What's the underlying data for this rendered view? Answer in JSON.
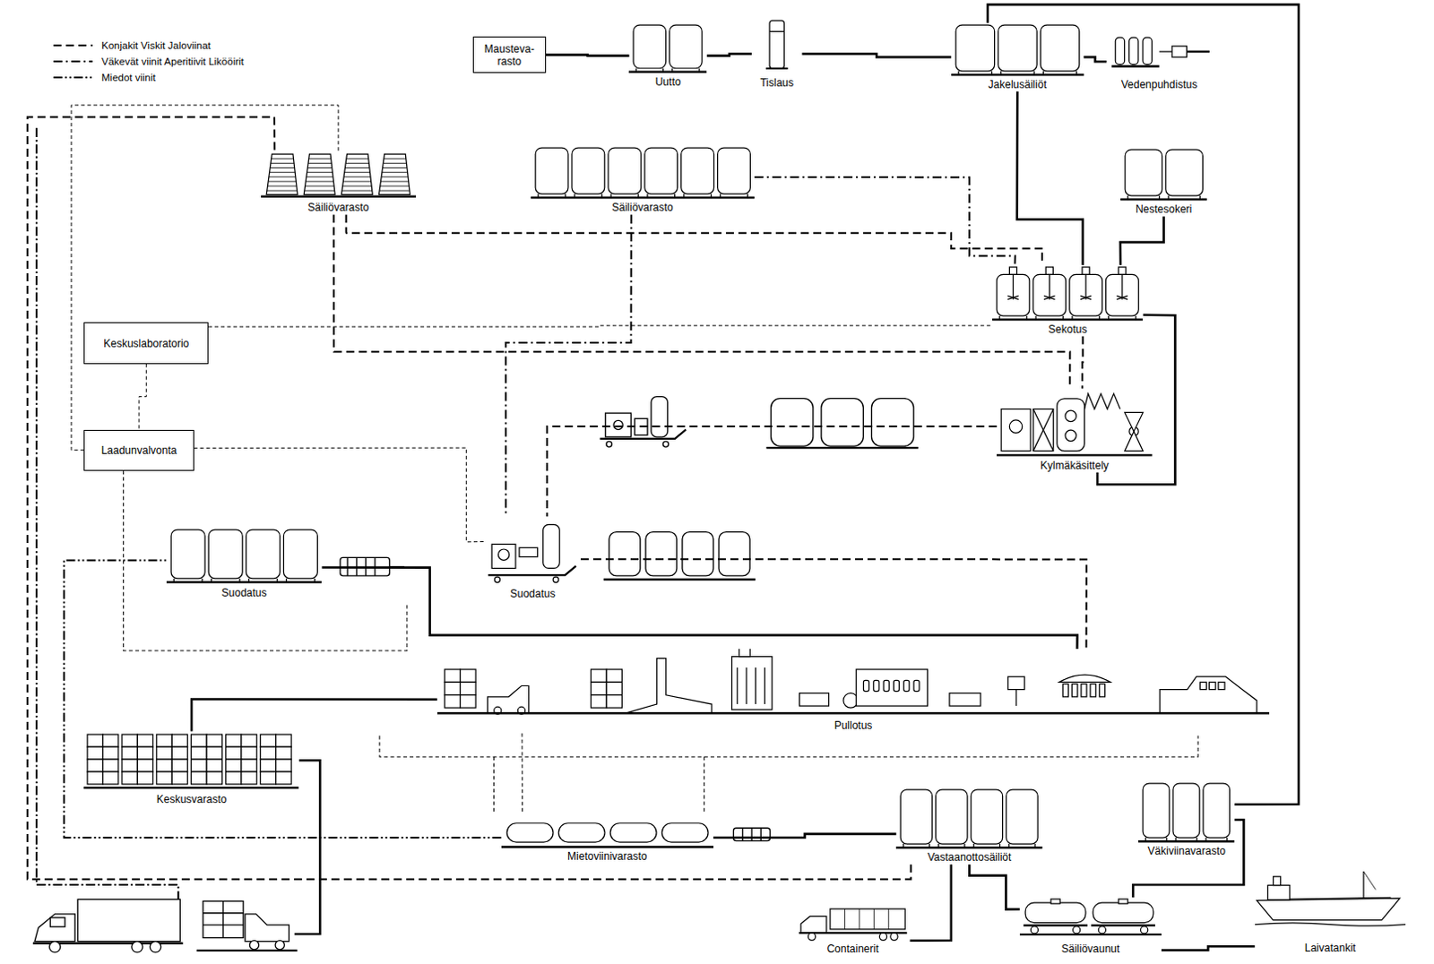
{
  "diagram": {
    "nodes": [
      {
        "text": [
          "Mausteva- rasto"
        ]
      },
      {
        "text": [
          "Uutto"
        ]
      },
      {
        "text": [
          "Tislaus"
        ]
      },
      {
        "text": [
          "Jakelusäiliöt"
        ]
      },
      {
        "text": [
          "Vedenpuhdistus"
        ]
      },
      {
        "text": [
          "Säiliövarasto"
        ]
      },
      {
        "text": [
          "Säiliövarasto"
        ]
      },
      {
        "text": [
          "Nestesokeri"
        ]
      },
      {
        "text": [
          "Sekotus"
        ]
      },
      {
        "text": [
          "Keskuslaboratorio"
        ]
      },
      {
        "text": [
          "Laadunvalvonta"
        ]
      },
      {
        "text": [
          "Kylmäkäsittely"
        ]
      },
      {
        "text": [
          "Suodatus"
        ]
      },
      {
        "text": [
          "Suodatus"
        ]
      },
      {
        "text": [
          "Pullotus"
        ]
      },
      {
        "text": [
          "Keskusvarasto"
        ]
      },
      {
        "text": [
          "Mietoviinivarasto"
        ]
      },
      {
        "text": [
          "Vastaanottosäiliöt"
        ]
      },
      {
        "text": [
          "Väkiviinavarasto"
        ]
      },
      {
        "text": [
          "Containerit"
        ]
      },
      {
        "text": [
          "Säiliövaunut"
        ]
      },
      {
        "text": [
          "Laivatankit"
        ]
      }
    ],
    "edges": [
      {
        "from": 0,
        "to": 1,
        "arrow": "none"
      },
      {
        "from": 1,
        "to": 2,
        "arrow": "none"
      },
      {
        "from": 2,
        "to": 3,
        "arrow": "none"
      },
      {
        "from": 3,
        "to": 4,
        "arrow": "none"
      },
      {
        "from": 18,
        "to": 3,
        "arrow": "none"
      },
      {
        "from": 3,
        "to": 8,
        "arrow": "none"
      },
      {
        "from": 7,
        "to": 8,
        "arrow": "none"
      },
      {
        "from": 5,
        "to": 8,
        "arrow": "none"
      },
      {
        "from": 6,
        "to": 8,
        "arrow": "none"
      },
      {
        "from": 8,
        "to": 11,
        "arrow": "none"
      },
      {
        "from": 8,
        "to": 11,
        "arrow": "none"
      },
      {
        "from": 11,
        "to": 13,
        "arrow": "none"
      },
      {
        "from": 13,
        "to": 14,
        "arrow": "none"
      },
      {
        "from": 9,
        "to": 10,
        "arrow": "none"
      },
      {
        "from": 10,
        "to": 13,
        "arrow": "none"
      },
      {
        "from": 9,
        "to": 8,
        "arrow": "none"
      },
      {
        "from": 10,
        "to": 5,
        "arrow": "none"
      },
      {
        "from": 12,
        "to": 14,
        "arrow": "none"
      },
      {
        "from": 14,
        "to": 15,
        "arrow": "none"
      },
      {
        "from": 16,
        "to": 12,
        "arrow": "none"
      },
      {
        "from": 16,
        "to": 14,
        "arrow": "none"
      },
      {
        "from": 17,
        "to": 16,
        "arrow": "none"
      },
      {
        "from": 20,
        "to": 17,
        "arrow": "none"
      },
      {
        "from": 19,
        "to": 17,
        "arrow": "none"
      },
      {
        "from": 21,
        "to": 20,
        "arrow": "none"
      },
      {
        "from": 20,
        "to": 18,
        "arrow": "none"
      },
      {
        "from": 17,
        "to": 5,
        "arrow": "none"
      },
      {
        "from": 6,
        "to": 13,
        "arrow": "none"
      },
      {
        "from": 5,
        "to": 11,
        "arrow": "none"
      }
    ],
    "legend": [
      {
        "text": "Konjakit Viskit Jaloviinat"
      },
      {
        "text": "Väkevät viinit Aperitiivit Likööirit"
      },
      {
        "text": "Miedot viinit"
      }
    ]
  }
}
